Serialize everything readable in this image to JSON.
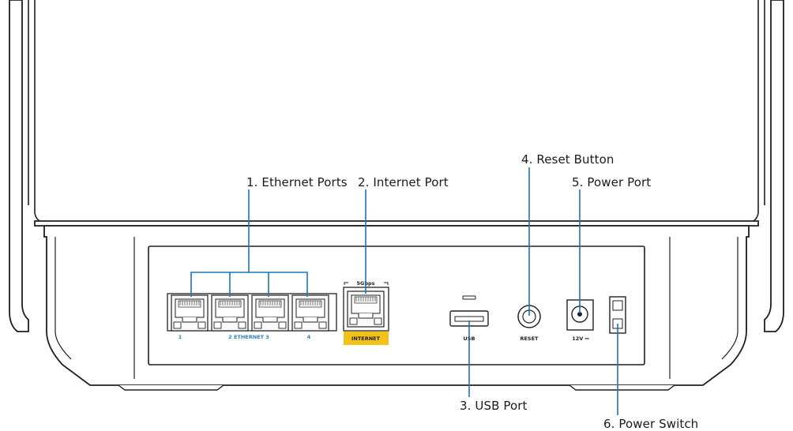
{
  "callouts": {
    "ethernet_ports": "1. Ethernet Ports",
    "internet_port": "2. Internet Port",
    "usb_port": "3. USB Port",
    "reset_button": "4. Reset Button",
    "power_port": "5. Power Port",
    "power_switch": "6. Power Switch"
  },
  "panel_labels": {
    "speed": "5Gbps",
    "eth_1": "1",
    "eth_2_3": "2  ETHERNET  3",
    "eth_4": "4",
    "internet": "INTERNET",
    "usb": "USB",
    "reset": "RESET",
    "power": "12V ⎓"
  },
  "colors": {
    "callout_line": "#1b75b8",
    "internet_tag": "#f3c21a",
    "ethernet_label": "#2b7fc0",
    "outline": "#1e1e1e"
  }
}
